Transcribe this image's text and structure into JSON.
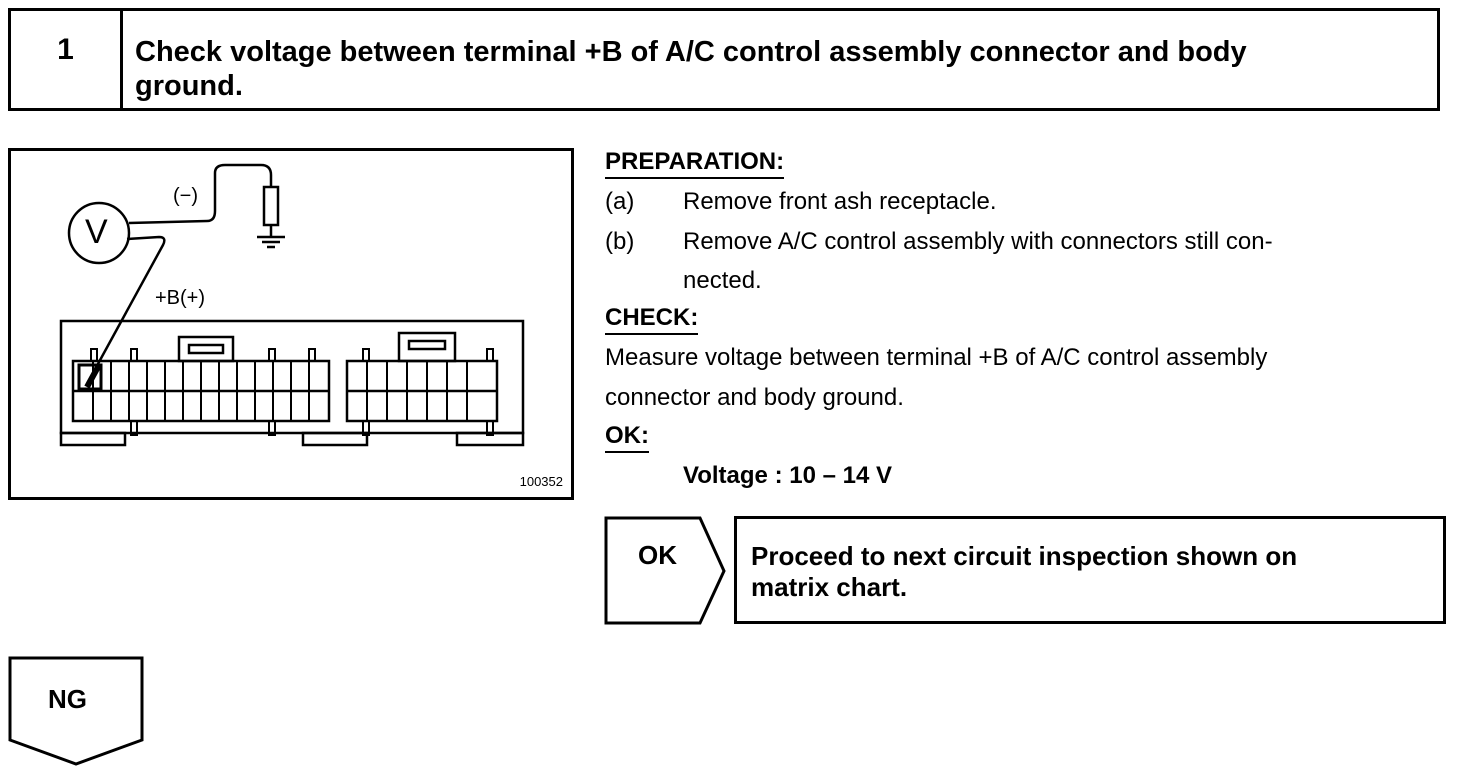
{
  "step": {
    "number": "1",
    "title_line1": "Check voltage between terminal +B of A/C control assembly connector and body",
    "title_line2": "ground."
  },
  "figure": {
    "meter_label": "V",
    "negative_label": "(−)",
    "positive_label": "+B(+)",
    "code": "100352"
  },
  "preparation": {
    "heading": "PREPARATION:",
    "items": [
      {
        "label": "(a)",
        "line1": "Remove front ash receptacle.",
        "line2": ""
      },
      {
        "label": "(b)",
        "line1": "Remove A/C control assembly with connectors still con-",
        "line2": "nected."
      }
    ]
  },
  "check": {
    "heading": "CHECK:",
    "line1": "Measure voltage between terminal +B of A/C control assembly",
    "line2": "connector and body ground."
  },
  "ok": {
    "heading": "OK:",
    "spec": "Voltage : 10 – 14 V"
  },
  "result_ok": {
    "tag": "OK",
    "line1": "Proceed to next circuit inspection shown on",
    "line2": "matrix chart."
  },
  "result_ng": {
    "tag": "NG"
  }
}
